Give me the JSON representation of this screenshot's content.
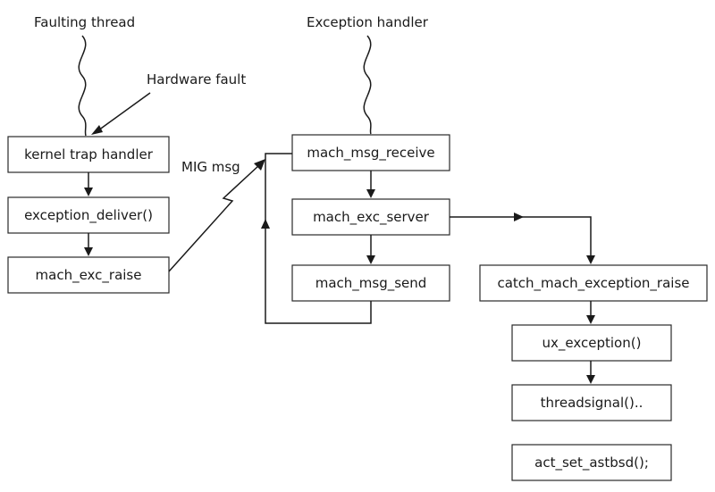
{
  "column_headers": {
    "faulting_thread": "Faulting thread",
    "exception_handler": "Exception handler"
  },
  "annotations": {
    "hardware_fault": "Hardware fault",
    "mig_msg": "MIG msg"
  },
  "boxes": {
    "kernel_trap_handler": "kernel trap handler",
    "exception_deliver": "exception_deliver()",
    "mach_exc_raise": "mach_exc_raise",
    "mach_msg_receive": "mach_msg_receive",
    "mach_exc_server": "mach_exc_server",
    "mach_msg_send": "mach_msg_send",
    "catch_mach_exception_raise": "catch_mach_exception_raise",
    "ux_exception": "ux_exception()",
    "threadsignal": "threadsignal()..",
    "act_set_astbsd": "act_set_astbsd();"
  }
}
